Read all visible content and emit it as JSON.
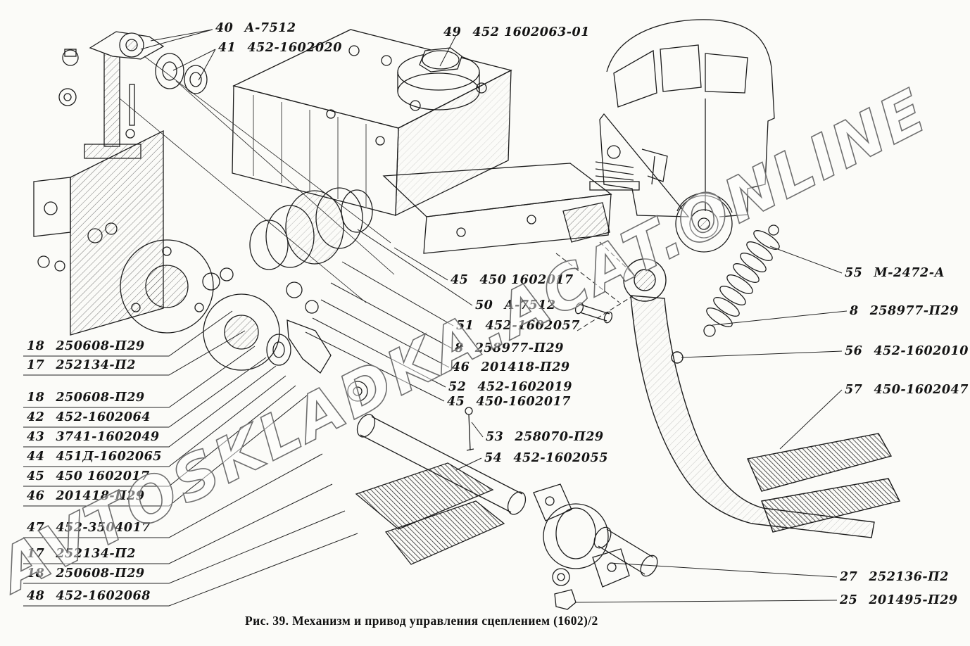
{
  "watermark": "AVTOSKLADKA.ACAT.ONLINE",
  "caption": "Рис. 39. Механизм и привод управления сцеплением (1602)/2",
  "colors": {
    "ink": "#1c1c1c",
    "paper": "#fbfbf8",
    "watermark": "#6f6f6f"
  },
  "labels": {
    "top": [
      {
        "num": "40",
        "part": "А-7512"
      },
      {
        "num": "41",
        "part": "452-1602020"
      },
      {
        "num": "49",
        "part": "452 1602063-01"
      }
    ],
    "left": [
      {
        "num": "18",
        "part": "250608-П29"
      },
      {
        "num": "17",
        "part": "252134-П2"
      },
      {
        "num": "18",
        "part": "250608-П29"
      },
      {
        "num": "42",
        "part": "452-1602064"
      },
      {
        "num": "43",
        "part": "3741-1602049"
      },
      {
        "num": "44",
        "part": "451Д-1602065"
      },
      {
        "num": "45",
        "part": "450 1602017"
      },
      {
        "num": "46",
        "part": "201418-П29"
      },
      {
        "num": "47",
        "part": "452-3504017"
      },
      {
        "num": "17",
        "part": "252134-П2"
      },
      {
        "num": "18",
        "part": "250608-П29"
      },
      {
        "num": "48",
        "part": "452-1602068"
      }
    ],
    "middle": [
      {
        "num": "45",
        "part": "450 1602017"
      },
      {
        "num": "50",
        "part": "А-7512"
      },
      {
        "num": "51",
        "part": "452-1602057"
      },
      {
        "num": "8",
        "part": "258977-П29"
      },
      {
        "num": "46",
        "part": "201418-П29"
      },
      {
        "num": "52",
        "part": "452-1602019"
      },
      {
        "num": "45",
        "part": "450-1602017"
      },
      {
        "num": "53",
        "part": "258070-П29"
      },
      {
        "num": "54",
        "part": "452-1602055"
      }
    ],
    "right": [
      {
        "num": "55",
        "part": "М-2472-А"
      },
      {
        "num": "8",
        "part": "258977-П29"
      },
      {
        "num": "56",
        "part": "452-1602010"
      },
      {
        "num": "57",
        "part": "450-1602047"
      }
    ],
    "bottom_right": [
      {
        "num": "27",
        "part": "252136-П2"
      },
      {
        "num": "25",
        "part": "201495-П29"
      }
    ]
  }
}
